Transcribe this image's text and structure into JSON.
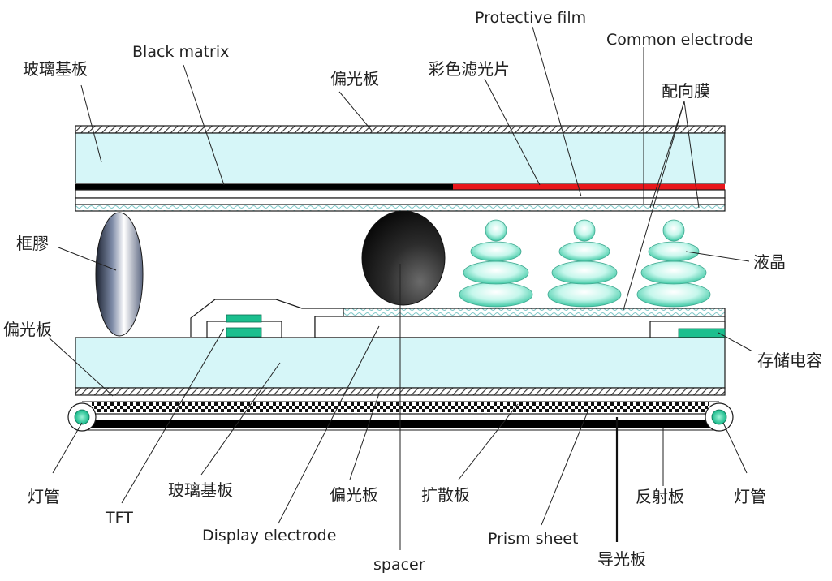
{
  "labels": {
    "protective_film": "Protective film",
    "common_electrode": "Common electrode",
    "black_matrix": "Black matrix",
    "glass_substrate_top": "玻璃基板",
    "polarizer_top": "偏光板",
    "color_filter": "彩色滤光片",
    "alignment_film": "配向膜",
    "frame_sealant": "框膠",
    "liquid_crystal": "液晶",
    "polarizer_left": "偏光板",
    "storage_capacitor": "存储电容",
    "lamp_left": "灯管",
    "tft": "TFT",
    "glass_substrate_bottom": "玻璃基板",
    "display_electrode": "Display electrode",
    "polarizer_bottom": "偏光板",
    "diffuser": "扩散板",
    "prism_sheet": "Prism sheet",
    "reflector": "反射板",
    "lamp_right": "灯管",
    "spacer": "spacer",
    "light_guide": "导光板"
  },
  "colors": {
    "glass": "#d6f6f8",
    "color_filter": "#e8161b",
    "black_matrix": "#000000",
    "tft_gate": "#1bbf8e",
    "liquid_crystal": "#9ff0de",
    "lamp": "#1ec796",
    "spacer": "#3a3a3a"
  },
  "icons": {
    "lamp": "ccfl-lamp-icon",
    "spacer": "spacer-ball-icon",
    "liquid_crystal": "lc-molecule-stack-icon",
    "sealant": "sealant-ellipse-icon"
  }
}
